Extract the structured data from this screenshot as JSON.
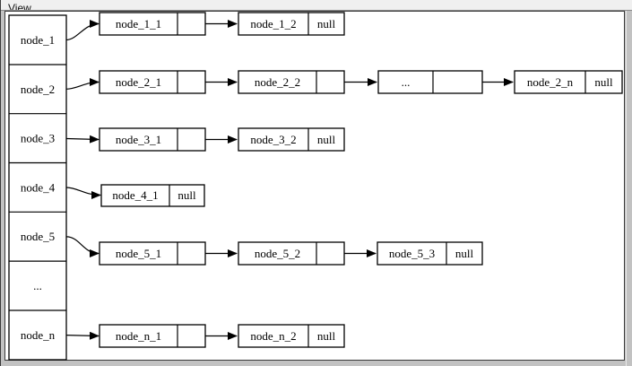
{
  "menu": {
    "view_label": "View"
  },
  "colors": {
    "canvas_bg": "#ffffff",
    "chrome_bg": "#f0f0f0",
    "edge_gray": "#c2c2c2",
    "line": "#000000",
    "text": "#000000"
  },
  "diagram": {
    "array_cells": [
      "node_1",
      "node_2",
      "node_3",
      "node_4",
      "node_5",
      "...",
      "node_n"
    ],
    "rows": [
      {
        "source": "node_1",
        "nodes": [
          {
            "label": "node_1_1",
            "next": ""
          },
          {
            "label": "node_1_2",
            "next": "null"
          }
        ]
      },
      {
        "source": "node_2",
        "nodes": [
          {
            "label": "node_2_1",
            "next": ""
          },
          {
            "label": "node_2_2",
            "next": ""
          },
          {
            "label": "...",
            "next": ""
          },
          {
            "label": "node_2_n",
            "next": "null"
          }
        ]
      },
      {
        "source": "node_3",
        "nodes": [
          {
            "label": "node_3_1",
            "next": ""
          },
          {
            "label": "node_3_2",
            "next": "null"
          }
        ]
      },
      {
        "source": "node_4",
        "nodes": [
          {
            "label": "node_4_1",
            "next": "null"
          }
        ]
      },
      {
        "source": "node_5",
        "nodes": [
          {
            "label": "node_5_1",
            "next": ""
          },
          {
            "label": "node_5_2",
            "next": ""
          },
          {
            "label": "node_5_3",
            "next": "null"
          }
        ]
      },
      {
        "source": "...",
        "nodes": []
      },
      {
        "source": "node_n",
        "nodes": [
          {
            "label": "node_n_1",
            "next": ""
          },
          {
            "label": "node_n_2",
            "next": "null"
          }
        ]
      }
    ]
  }
}
